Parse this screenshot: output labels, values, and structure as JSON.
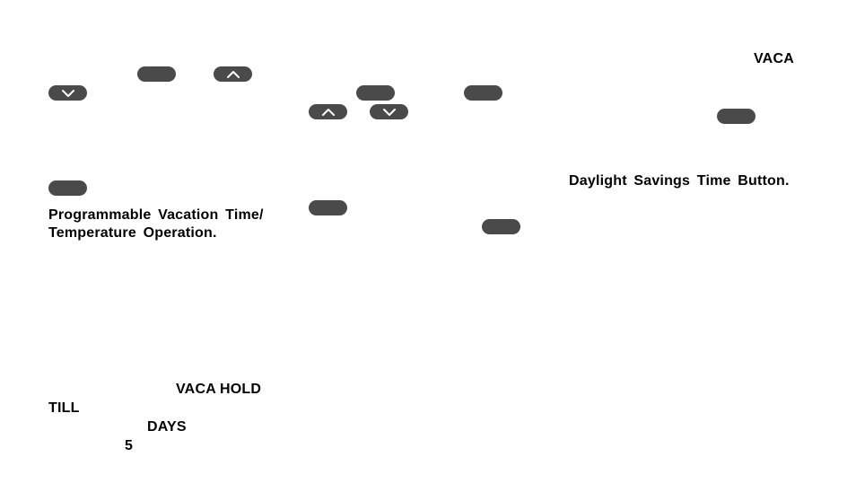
{
  "labels": {
    "vaca": "VACA",
    "daylight_savings": "Daylight Savings Time Button.",
    "programmable_line1": "Programmable Vacation Time/",
    "programmable_line2": "Temperature Operation.",
    "vaca_hold": "VACA HOLD",
    "till": "TILL",
    "days": "DAYS",
    "five": "5"
  },
  "icons": {
    "up": "chevron-up-icon",
    "down": "chevron-down-icon"
  },
  "colors": {
    "button_fill": "#4a4a4a",
    "icon_stroke": "#ffffff",
    "text": "#000000"
  }
}
